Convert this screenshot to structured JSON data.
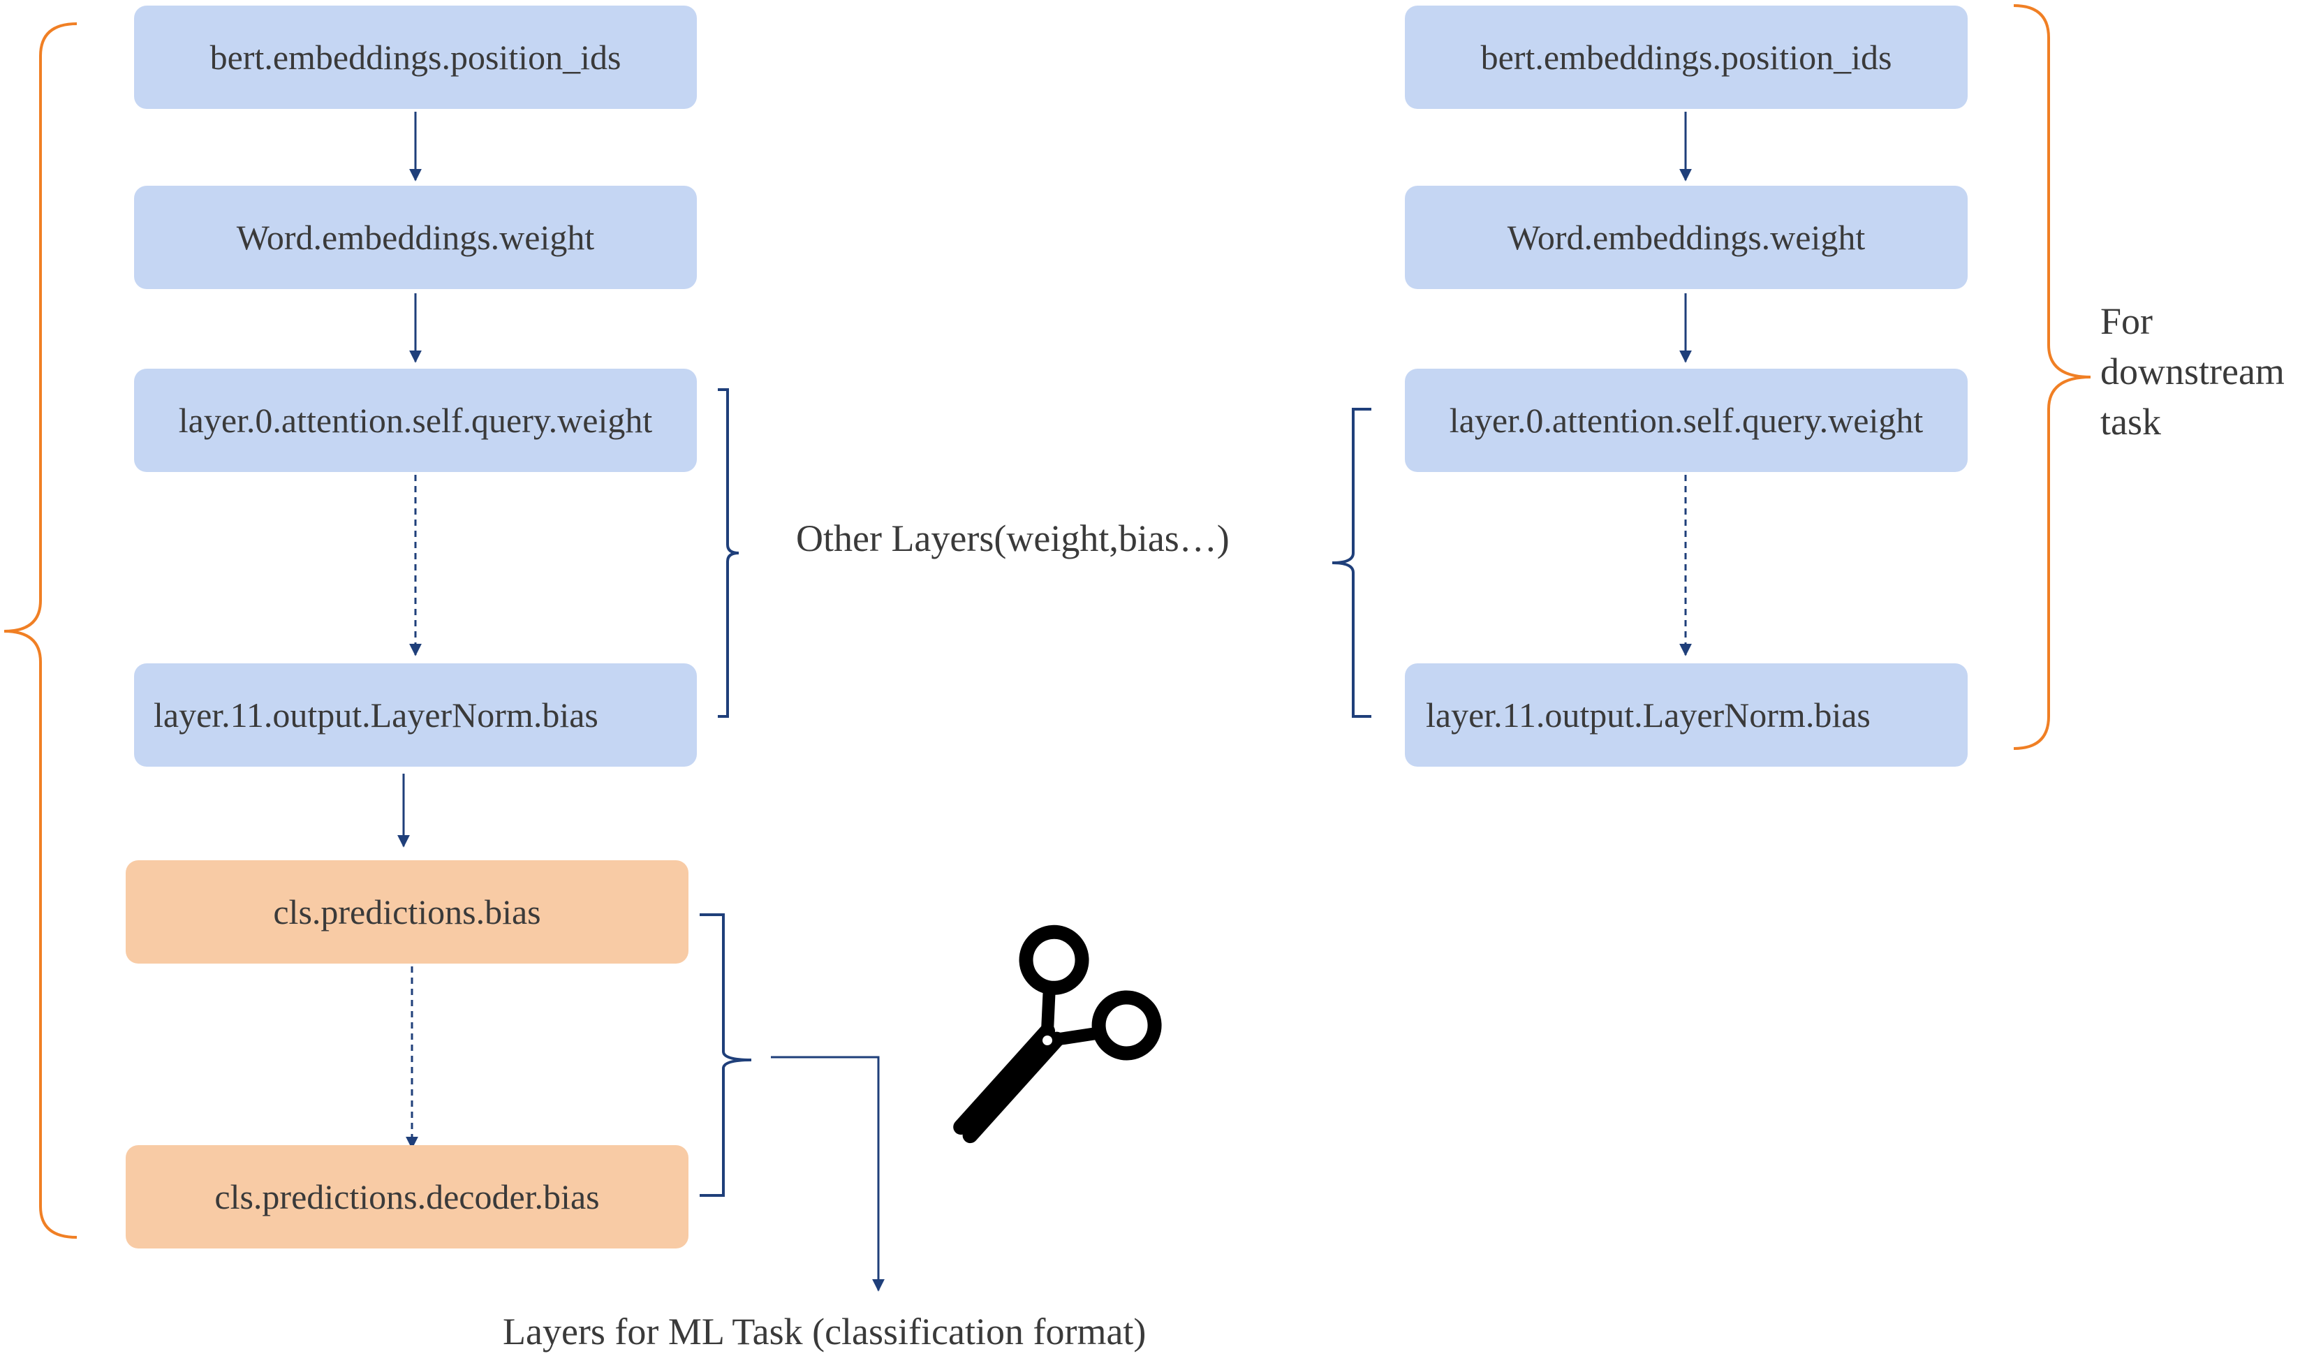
{
  "left_column": {
    "boxes": [
      "bert.embeddings.position_ids",
      "Word.embeddings.weight",
      "layer.0.attention.self.query.weight",
      "layer.11.output.LayerNorm.bias",
      "cls.predictions.bias",
      "cls.predictions.decoder.bias"
    ]
  },
  "right_column": {
    "boxes": [
      "bert.embeddings.position_ids",
      "Word.embeddings.weight",
      "layer.0.attention.self.query.weight",
      "layer.11.output.LayerNorm.bias"
    ]
  },
  "labels": {
    "other_layers": "Other Layers(weight,bias…)",
    "ml_task": "Layers for ML Task (classification format)",
    "downstream": [
      "For",
      "downstream",
      "task"
    ]
  },
  "colors": {
    "model_layer": "#c5d6f3",
    "task_layer": "#f8cba5",
    "arrow": "#1f3f7a",
    "bracket_model": "#f07f24",
    "bracket_group": "#1f3f7a"
  },
  "icons": {
    "cut": "scissors-icon"
  }
}
